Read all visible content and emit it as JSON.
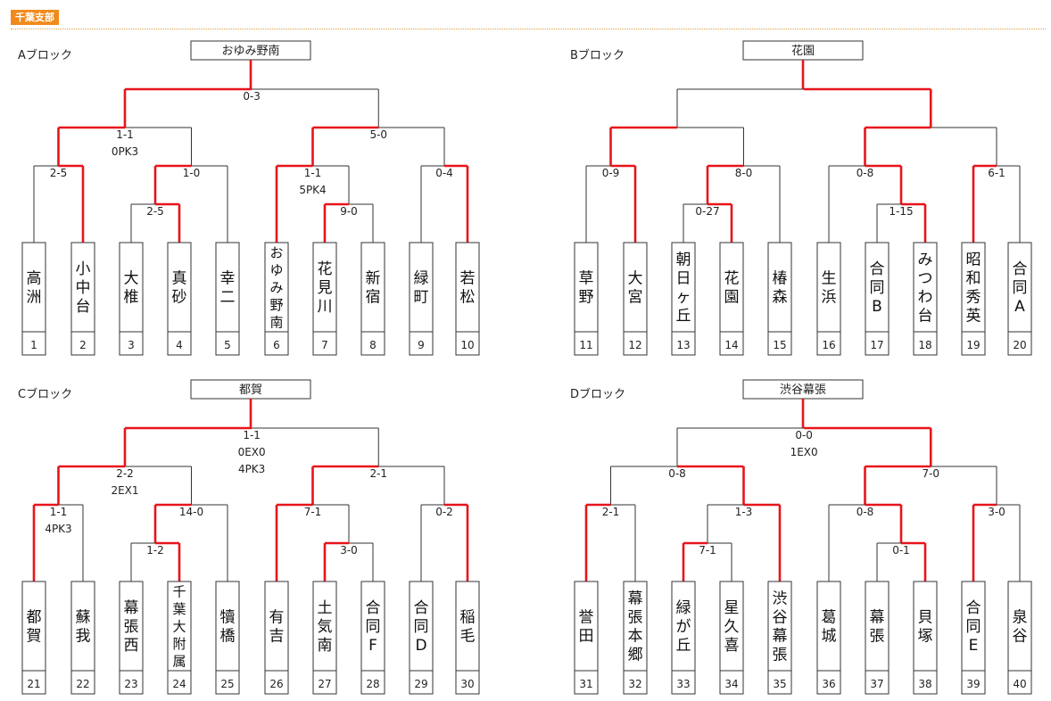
{
  "header": {
    "label": "千葉支部"
  },
  "colors": {
    "accent": "#f08a1c",
    "win": "#e8141b",
    "line": "#333333",
    "header_rule": "#d9a23a"
  },
  "blocks": [
    {
      "label": "Aブロック",
      "champion": "おゆみ野南",
      "teams": [
        "高洲",
        "小中台",
        "大椎",
        "真砂",
        "幸二",
        "おゆみ野南",
        "花見川",
        "新宿",
        "緑町",
        "若松"
      ],
      "numbers": [
        "1",
        "2",
        "3",
        "4",
        "5",
        "6",
        "7",
        "8",
        "9",
        "10"
      ],
      "scores": {
        "final": [
          "0-3"
        ],
        "semi_left": [
          "1-1",
          "0PK3"
        ],
        "semi_right": [
          "5-0"
        ],
        "q_left_a": [
          "2-5"
        ],
        "q_left_b": [
          "1-0"
        ],
        "q_right_a": [
          "1-1",
          "5PK4"
        ],
        "q_right_b": [
          "0-4"
        ],
        "r1_left": [
          "2-5"
        ],
        "r1_right": [
          "9-0"
        ]
      }
    },
    {
      "label": "Bブロック",
      "champion": "花園",
      "teams": [
        "草野",
        "大宮",
        "朝日ヶ丘",
        "花園",
        "椿森",
        "生浜",
        "合同B",
        "みつわ台",
        "昭和秀英",
        "合同A"
      ],
      "numbers": [
        "11",
        "12",
        "13",
        "14",
        "15",
        "16",
        "17",
        "18",
        "19",
        "20"
      ],
      "scores": {
        "final": [],
        "semi_left": [],
        "semi_right": [],
        "q_left_a": [
          "0-9"
        ],
        "q_left_b": [
          "8-0"
        ],
        "q_right_a": [
          "0-8"
        ],
        "q_right_b": [
          "6-1"
        ],
        "r1_left": [
          "0-27"
        ],
        "r1_right": [
          "1-15"
        ]
      }
    },
    {
      "label": "Cブロック",
      "champion": "都賀",
      "teams": [
        "都賀",
        "蘇我",
        "幕張西",
        "千葉大附属",
        "犢橋",
        "有吉",
        "土気南",
        "合同F",
        "合同D",
        "稲毛"
      ],
      "numbers": [
        "21",
        "22",
        "23",
        "24",
        "25",
        "26",
        "27",
        "28",
        "29",
        "30"
      ],
      "scores": {
        "final": [
          "1-1",
          "0EX0",
          "4PK3"
        ],
        "semi_left": [
          "2-2",
          "2EX1"
        ],
        "semi_right": [
          "2-1"
        ],
        "q_left_a": [
          "1-1",
          "4PK3"
        ],
        "q_left_b": [
          "14-0"
        ],
        "q_right_a": [
          "7-1"
        ],
        "q_right_b": [
          "0-2"
        ],
        "r1_left": [
          "1-2"
        ],
        "r1_right": [
          "3-0"
        ]
      }
    },
    {
      "label": "Dブロック",
      "champion": "渋谷幕張",
      "teams": [
        "誉田",
        "幕張本郷",
        "緑が丘",
        "星久喜",
        "渋谷幕張",
        "葛城",
        "幕張",
        "貝塚",
        "合同E",
        "泉谷"
      ],
      "numbers": [
        "31",
        "32",
        "33",
        "34",
        "35",
        "36",
        "37",
        "38",
        "39",
        "40"
      ],
      "scores": {
        "final": [
          "0-0",
          "1EX0"
        ],
        "semi_left": [
          "0-8"
        ],
        "semi_right": [
          "7-0"
        ],
        "q_left_a": [
          "2-1"
        ],
        "q_left_b": [
          "1-3"
        ],
        "q_right_a": [
          "0-8"
        ],
        "q_right_b": [
          "3-0"
        ],
        "r1_left": [
          "7-1"
        ],
        "r1_right": [
          "0-1"
        ]
      }
    }
  ],
  "winners": [
    {
      "final": "L",
      "semi_left": "L",
      "semi_right": "L",
      "q_left_a": "R",
      "q_left_b": "L",
      "q_right_a": "L",
      "q_right_b": "R",
      "r1_left": "R",
      "r1_right": "L"
    },
    {
      "final": "R",
      "semi_left": "L",
      "semi_right": "L",
      "q_left_a": "R",
      "q_left_b": "L",
      "q_right_a": "R",
      "q_right_b": "L",
      "r1_left": "R",
      "r1_right": "R"
    },
    {
      "final": "L",
      "semi_left": "L",
      "semi_right": "L",
      "q_left_a": "L",
      "q_left_b": "L",
      "q_right_a": "L",
      "q_right_b": "R",
      "r1_left": "R",
      "r1_right": "L"
    },
    {
      "final": "R",
      "semi_left": "R",
      "semi_right": "L",
      "q_left_a": "L",
      "q_left_b": "R",
      "q_right_a": "R",
      "q_right_b": "L",
      "r1_left": "L",
      "r1_right": "R"
    }
  ]
}
